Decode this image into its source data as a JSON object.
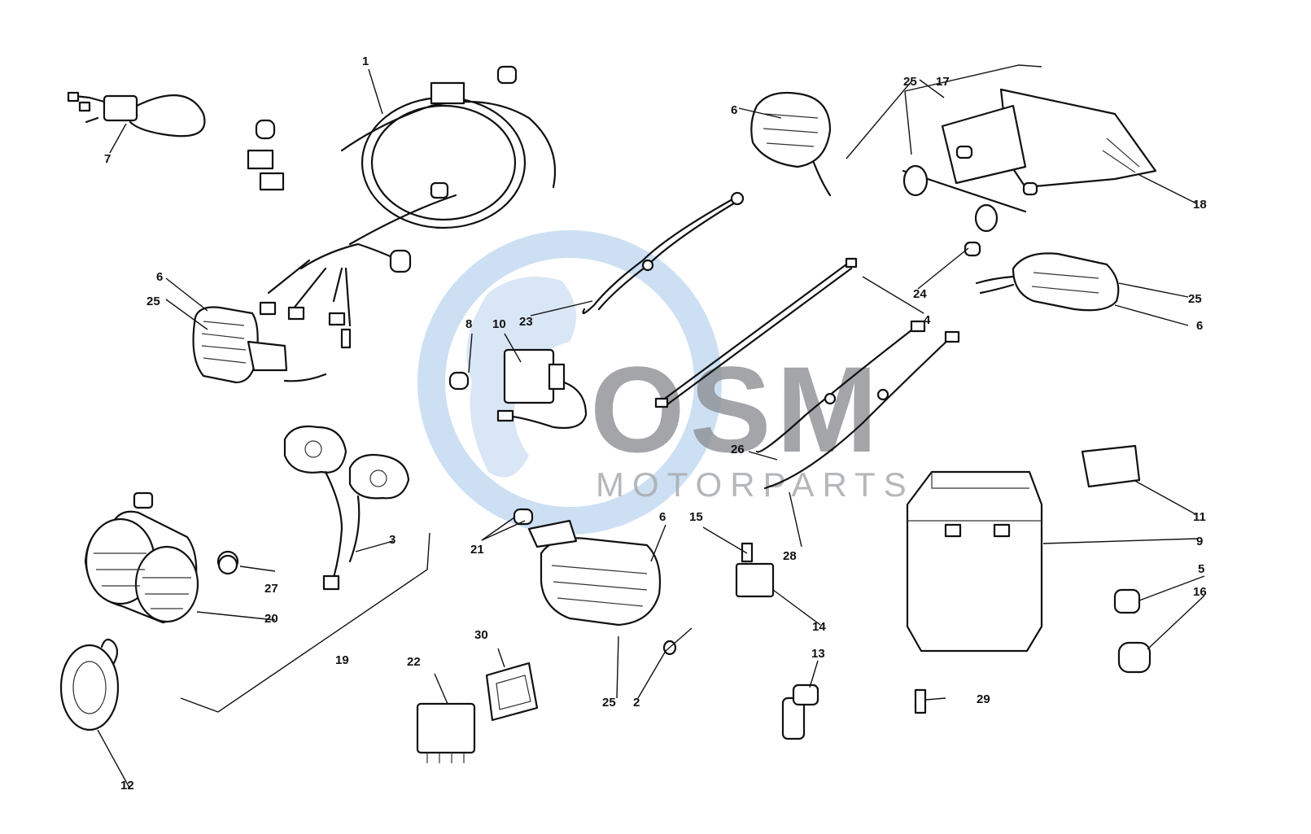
{
  "watermark": {
    "logo_text": "OSM",
    "sub_text": "MOTORPARTS",
    "globe_color": "#a9c8e8",
    "text_color": "#8a8d91"
  },
  "callouts": {
    "c1": "1",
    "c2": "2",
    "c3": "3",
    "c4": "4",
    "c5": "5",
    "c6a": "6",
    "c6b": "6",
    "c6c": "6",
    "c6d": "6",
    "c7": "7",
    "c8": "8",
    "c9": "9",
    "c10": "10",
    "c11": "11",
    "c12": "12",
    "c13": "13",
    "c14": "14",
    "c15": "15",
    "c16": "16",
    "c17": "17",
    "c18": "18",
    "c19": "19",
    "c20": "20",
    "c21": "21",
    "c22": "22",
    "c23": "23",
    "c24": "24",
    "c25a": "25",
    "c25b": "25",
    "c25c": "25",
    "c25d": "25",
    "c26": "26",
    "c27": "27",
    "c28": "28",
    "c29": "29",
    "c30": "30"
  }
}
